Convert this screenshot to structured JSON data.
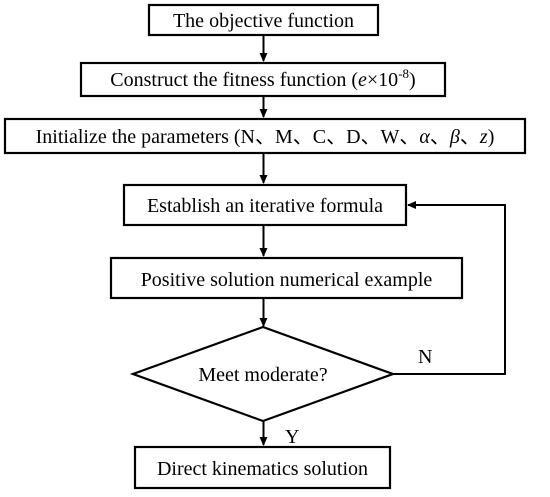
{
  "diagram": {
    "step1": "The objective function",
    "step2": {
      "text": "Construct the fitness function (",
      "var": "e",
      "times": "×10",
      "exp": "-8",
      "close": ")"
    },
    "step3": {
      "text": "Initialize the parameters (N、M、C、D、W、",
      "alpha": "α",
      "sep1": "、",
      "beta": "β",
      "sep2": "、",
      "z": "z",
      "close": ")"
    },
    "step4": "Establish an iterative formula",
    "step5": "Positive solution numerical example",
    "decision": "Meet moderate?",
    "no_label": "N",
    "yes_label": "Y",
    "end": "Direct kinematics solution"
  }
}
